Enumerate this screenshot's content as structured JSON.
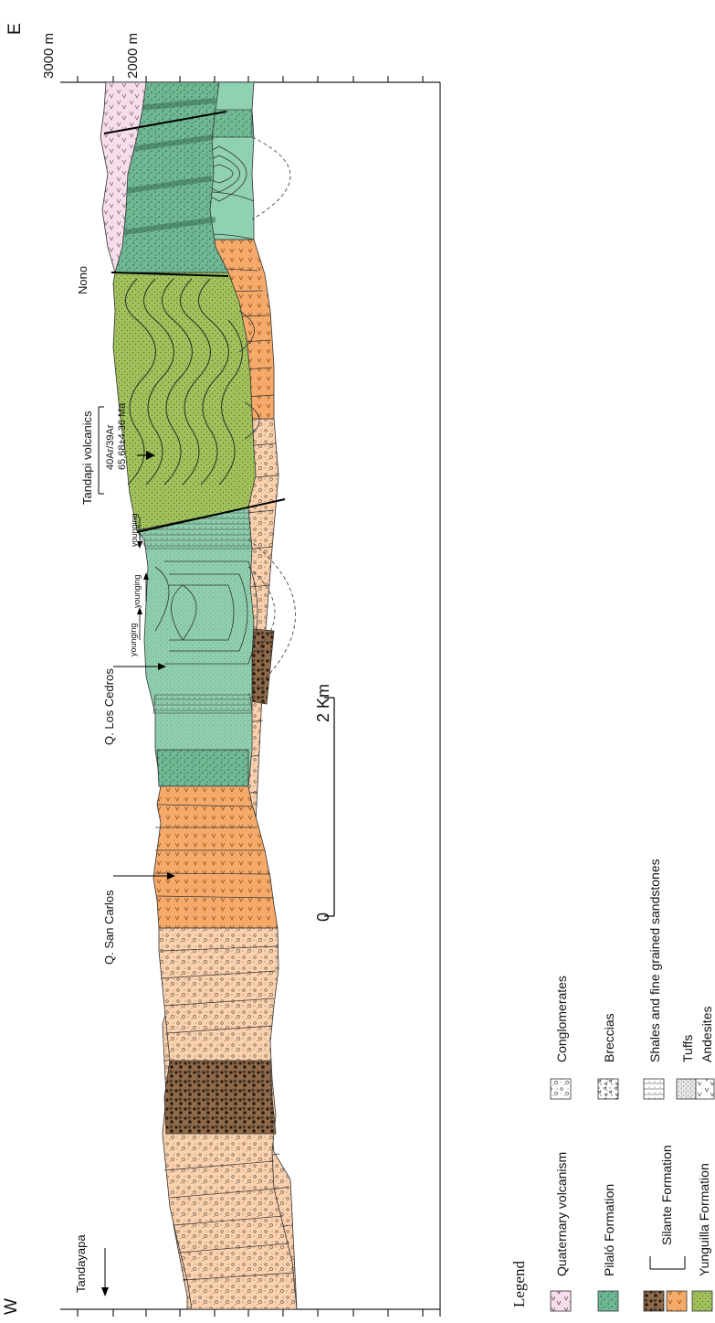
{
  "directions": {
    "west": "W",
    "east": "E"
  },
  "elevations": {
    "high": "3000 m",
    "low": "2000 m"
  },
  "places": {
    "tandayapa": "Tandayapa",
    "san_carlos": "Q. San Carlos",
    "los_cedros": "Q. Los Cedros",
    "nono": "Nono"
  },
  "dating": {
    "unit": "Tandapi volcanics",
    "method": "40Ar/39Ar",
    "age": "65.68±4.36 Ma"
  },
  "younging_label": "younging",
  "scale_bar": {
    "start": "0",
    "end": "2 Km"
  },
  "legend": {
    "title": "Legend",
    "units": [
      {
        "label": "Quaternary volcanism",
        "color": "#f7dcec"
      },
      {
        "label": "Pilaló Formation",
        "color": "#6fb893"
      },
      {
        "label": "Silante Formation",
        "colors": [
          "#7a5436",
          "#f6aa6a"
        ]
      },
      {
        "label": "Yunguilla Formation",
        "color": "#9fc05a"
      }
    ],
    "lithologies": [
      {
        "label": "Conglomerates"
      },
      {
        "label": "Breccias"
      },
      {
        "label": "Shales and fine grained sandstones"
      },
      {
        "label": "Tuffs"
      },
      {
        "label": "Andesites"
      }
    ]
  },
  "colors": {
    "silante_sediments": "#fcd1ad",
    "silante_dark": "#8e6a4a",
    "tandapi_volcanics": "#f6aa6a",
    "pilalo": "#8fd1b0",
    "pilalo_dark": "#5a9a7a",
    "yunguilla": "#9fc05a",
    "quaternary": "#f7dcec"
  }
}
